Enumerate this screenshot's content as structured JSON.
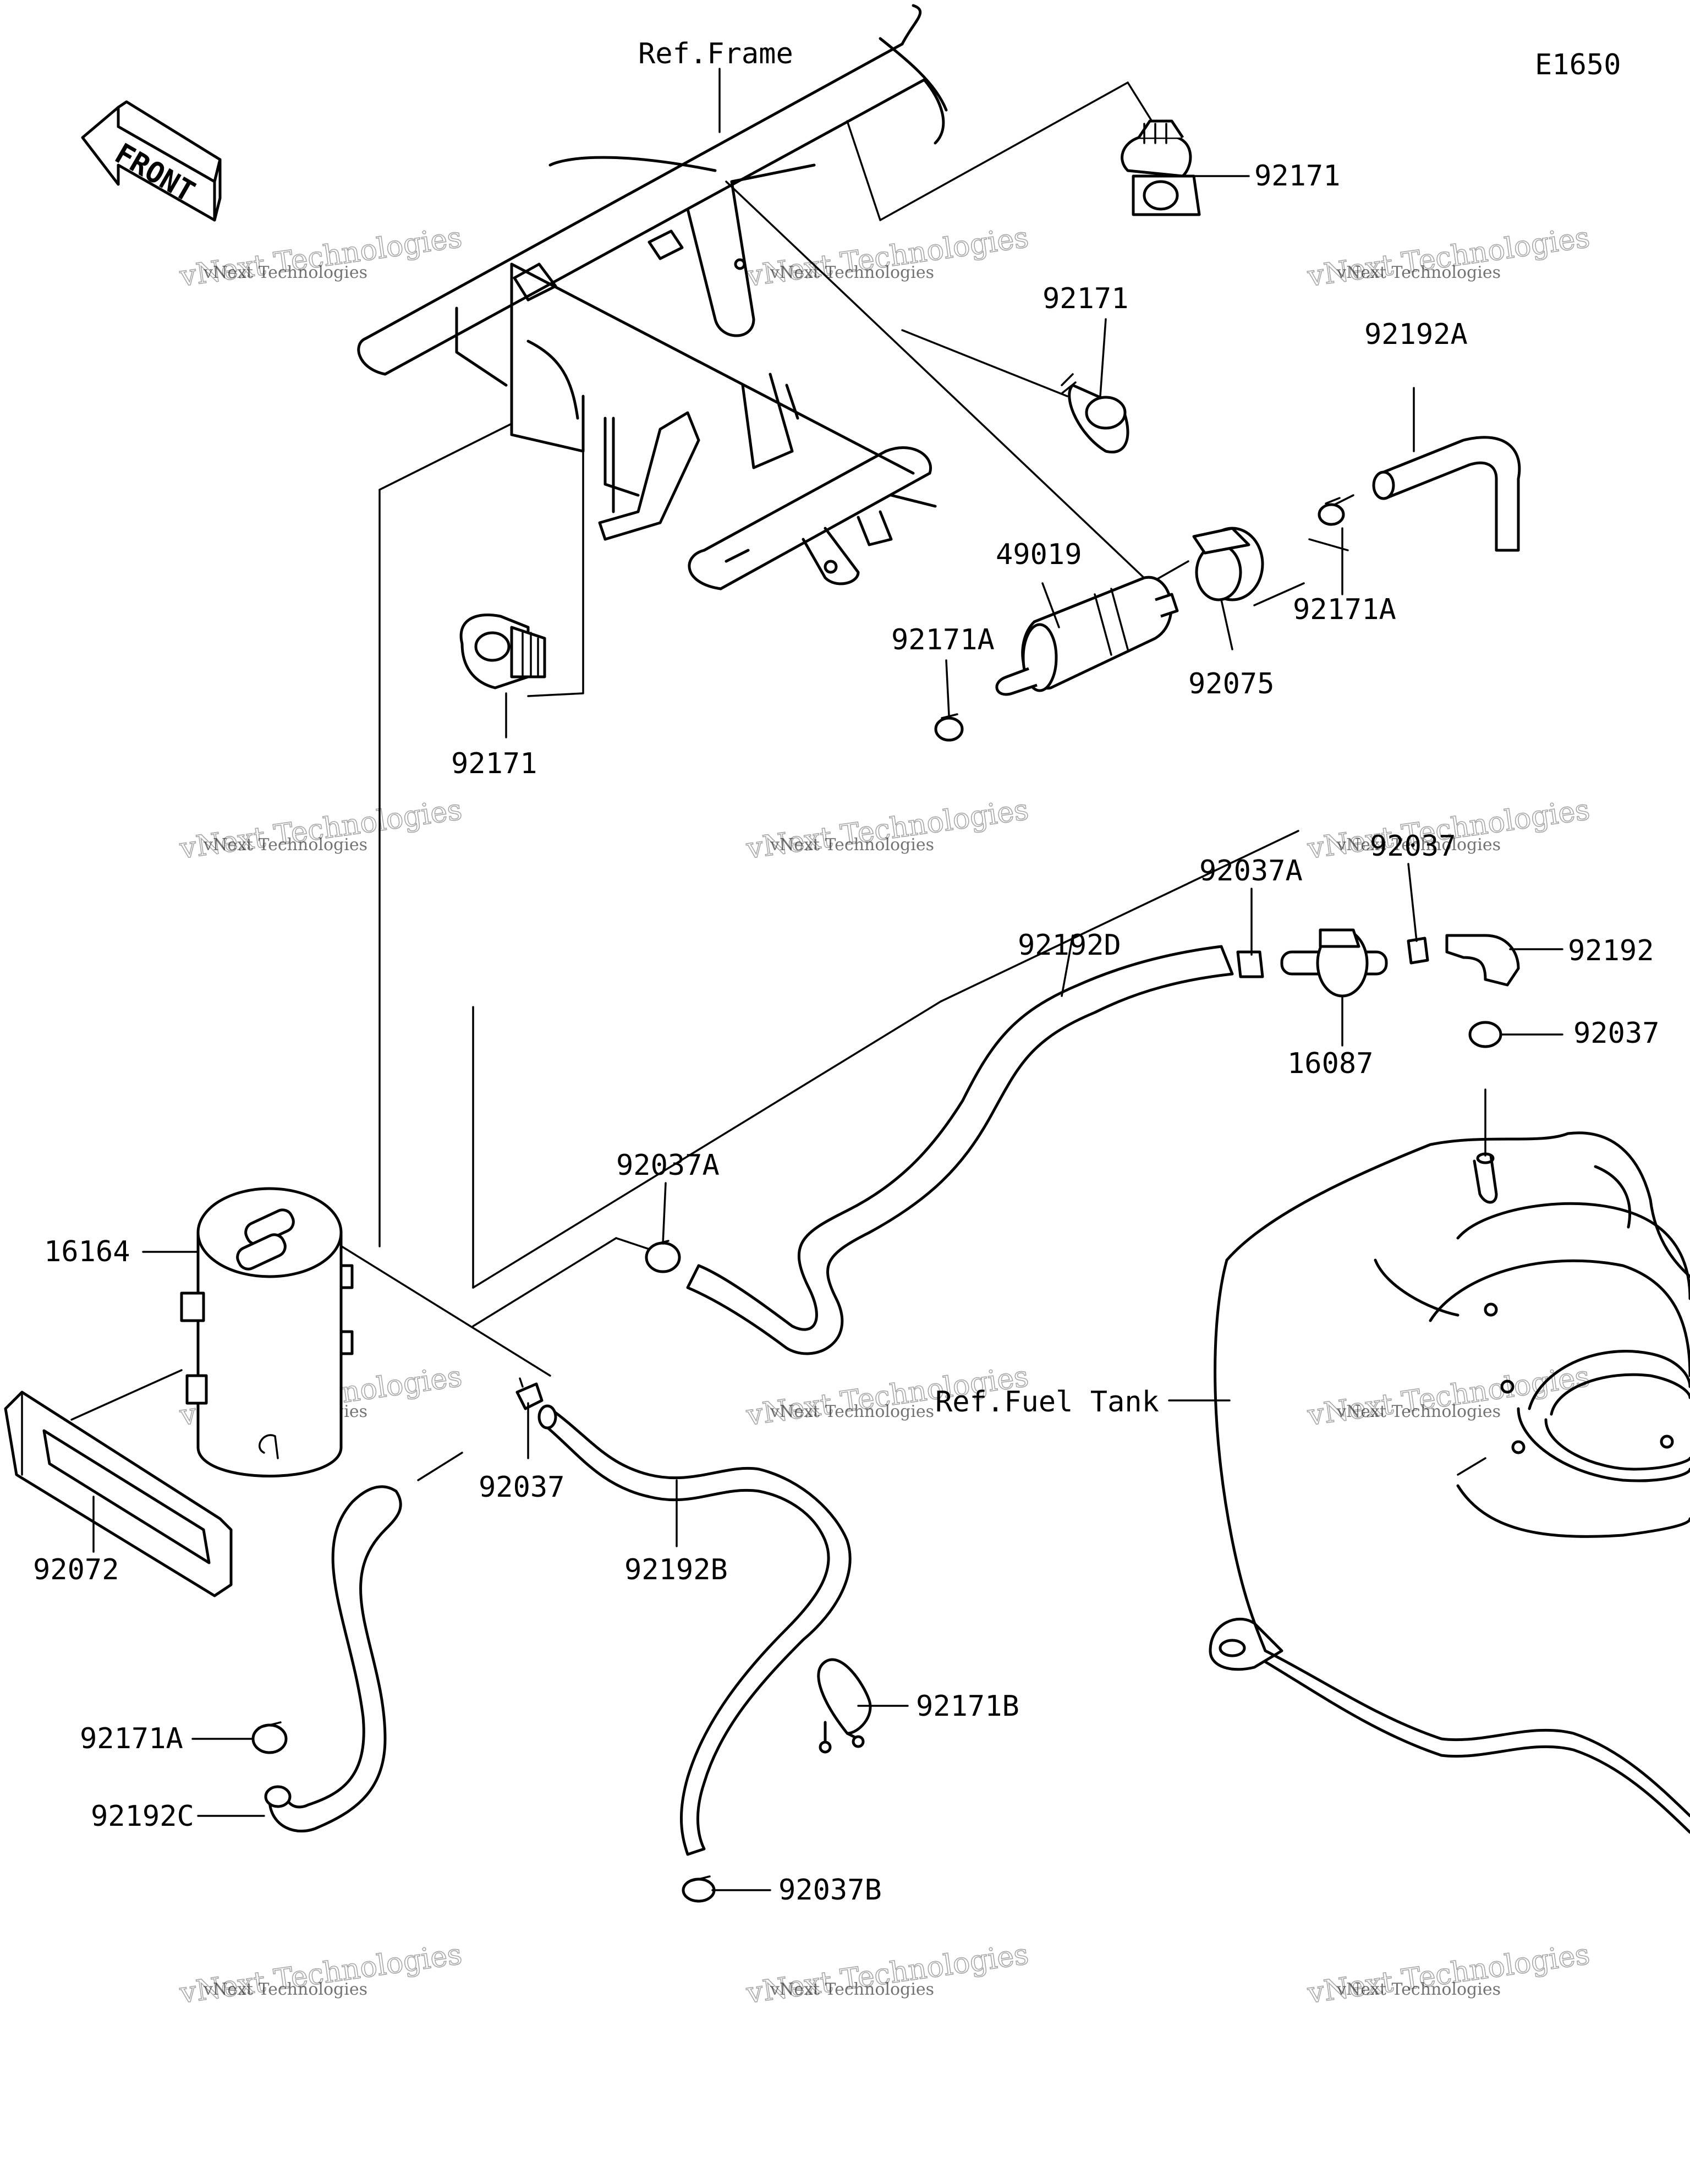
{
  "diagram_code": "E1650",
  "front_arrow_label": "FRONT",
  "references": {
    "frame": "Ref.Frame",
    "fuel_tank": "Ref.Fuel Tank"
  },
  "part_labels": {
    "p92171_top": "92171",
    "p92171_mid": "92171",
    "p92171_left": "92171",
    "p92192A": "92192A",
    "p92171A_right": "92171A",
    "p49019": "49019",
    "p92075": "92075",
    "p92171A_mid": "92171A",
    "p92037A_top": "92037A",
    "p92037_top": "92037",
    "p92192D": "92192D",
    "p92192": "92192",
    "p92037_right": "92037",
    "p16087": "16087",
    "p92037A_mid": "92037A",
    "p16164": "16164",
    "p92037_mid": "92037",
    "p92072": "92072",
    "p92192B": "92192B",
    "p92171B": "92171B",
    "p92171A_low": "92171A",
    "p92192C": "92192C",
    "p92037B": "92037B"
  },
  "watermark": {
    "line1": "vNext Technologies",
    "line2": "vNext Technologies"
  }
}
